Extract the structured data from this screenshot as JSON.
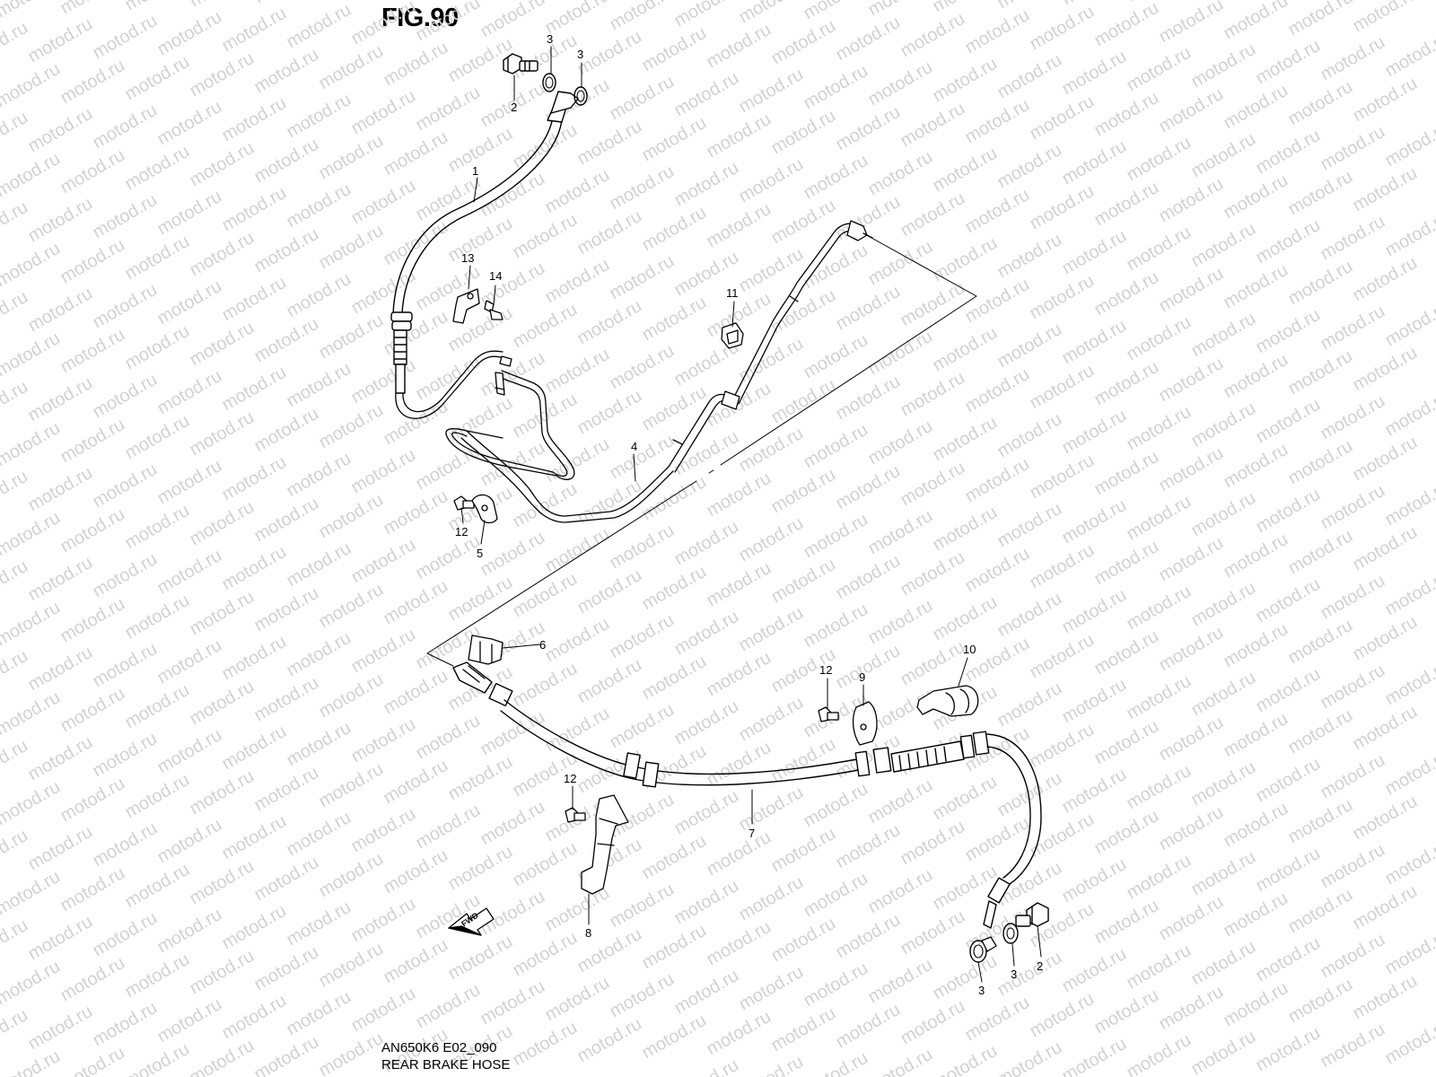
{
  "figure": {
    "title": "FIG.90",
    "model_code": "AN650K6 E02_090",
    "part_group": "REAR BRAKE HOSE"
  },
  "watermark": {
    "text": "motod.ru",
    "color": "#d2d2d2"
  },
  "callouts": [
    {
      "id": "c-1a",
      "label": "1"
    },
    {
      "id": "c-2a",
      "label": "2"
    },
    {
      "id": "c-3a",
      "label": "3"
    },
    {
      "id": "c-3b",
      "label": "3"
    },
    {
      "id": "c-13",
      "label": "13"
    },
    {
      "id": "c-14",
      "label": "14"
    },
    {
      "id": "c-11",
      "label": "11"
    },
    {
      "id": "c-4",
      "label": "4"
    },
    {
      "id": "c-12a",
      "label": "12"
    },
    {
      "id": "c-5",
      "label": "5"
    },
    {
      "id": "c-6",
      "label": "6"
    },
    {
      "id": "c-12b",
      "label": "12"
    },
    {
      "id": "c-9",
      "label": "9"
    },
    {
      "id": "c-10",
      "label": "10"
    },
    {
      "id": "c-7",
      "label": "7"
    },
    {
      "id": "c-12c",
      "label": "12"
    },
    {
      "id": "c-8",
      "label": "8"
    },
    {
      "id": "c-3c",
      "label": "3"
    },
    {
      "id": "c-3d",
      "label": "3"
    },
    {
      "id": "c-2b",
      "label": "2"
    }
  ],
  "fwd_marker": {
    "label": "FWD",
    "icon": "arrow-left-icon"
  }
}
